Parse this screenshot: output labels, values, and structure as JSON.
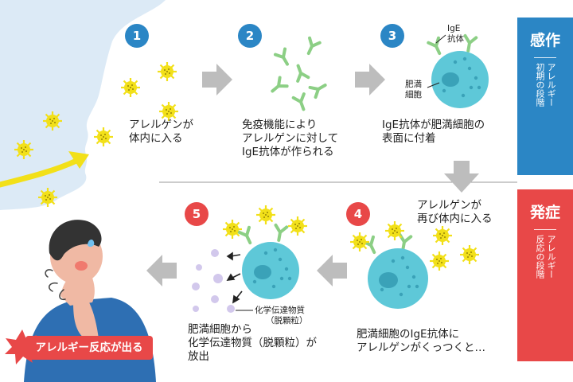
{
  "steps": [
    {
      "num": "1",
      "lines": [
        "アレルゲンが",
        "体内に入る"
      ]
    },
    {
      "num": "2",
      "lines": [
        "免疫機能により",
        "アレルゲンに対して",
        "IgE抗体が作られる"
      ]
    },
    {
      "num": "3",
      "lines": [
        "IgE抗体が肥満細胞の",
        "表面に付着"
      ]
    },
    {
      "num": "4",
      "lines": [
        "肥満細胞のIgE抗体に",
        "アレルゲンがくっつくと…"
      ]
    },
    {
      "num": "5",
      "lines": [
        "肥満細胞から",
        "化学伝達物質（脱顆粒）が",
        "放出"
      ]
    }
  ],
  "labels": {
    "ige": [
      "IgE",
      "抗体"
    ],
    "mast_cell": [
      "肥満",
      "細胞"
    ],
    "chemical": [
      "化学伝達物質",
      "（脱顆粒）"
    ],
    "reenter": [
      "アレルゲンが",
      "再び体内に入る"
    ]
  },
  "phases": {
    "sensitization": {
      "title": "感作",
      "sub": [
        "アレルギー",
        "初期の段階"
      ],
      "color": "#2b86c5"
    },
    "onset": {
      "title": "発症",
      "sub": [
        "アレルギー",
        "反応の段階"
      ],
      "color": "#e84848"
    }
  },
  "banner": "アレルギー反応が出る",
  "colors": {
    "face": "#dceaf6",
    "cell": "#5ec8d8",
    "nucleus": "#3aa2b8",
    "antibody": "#8ccf85",
    "allergen": "#f2e019",
    "arrow": "#bdbdbd",
    "granule": "#d2c8ec",
    "yellow_arrow": "#f2e019"
  }
}
